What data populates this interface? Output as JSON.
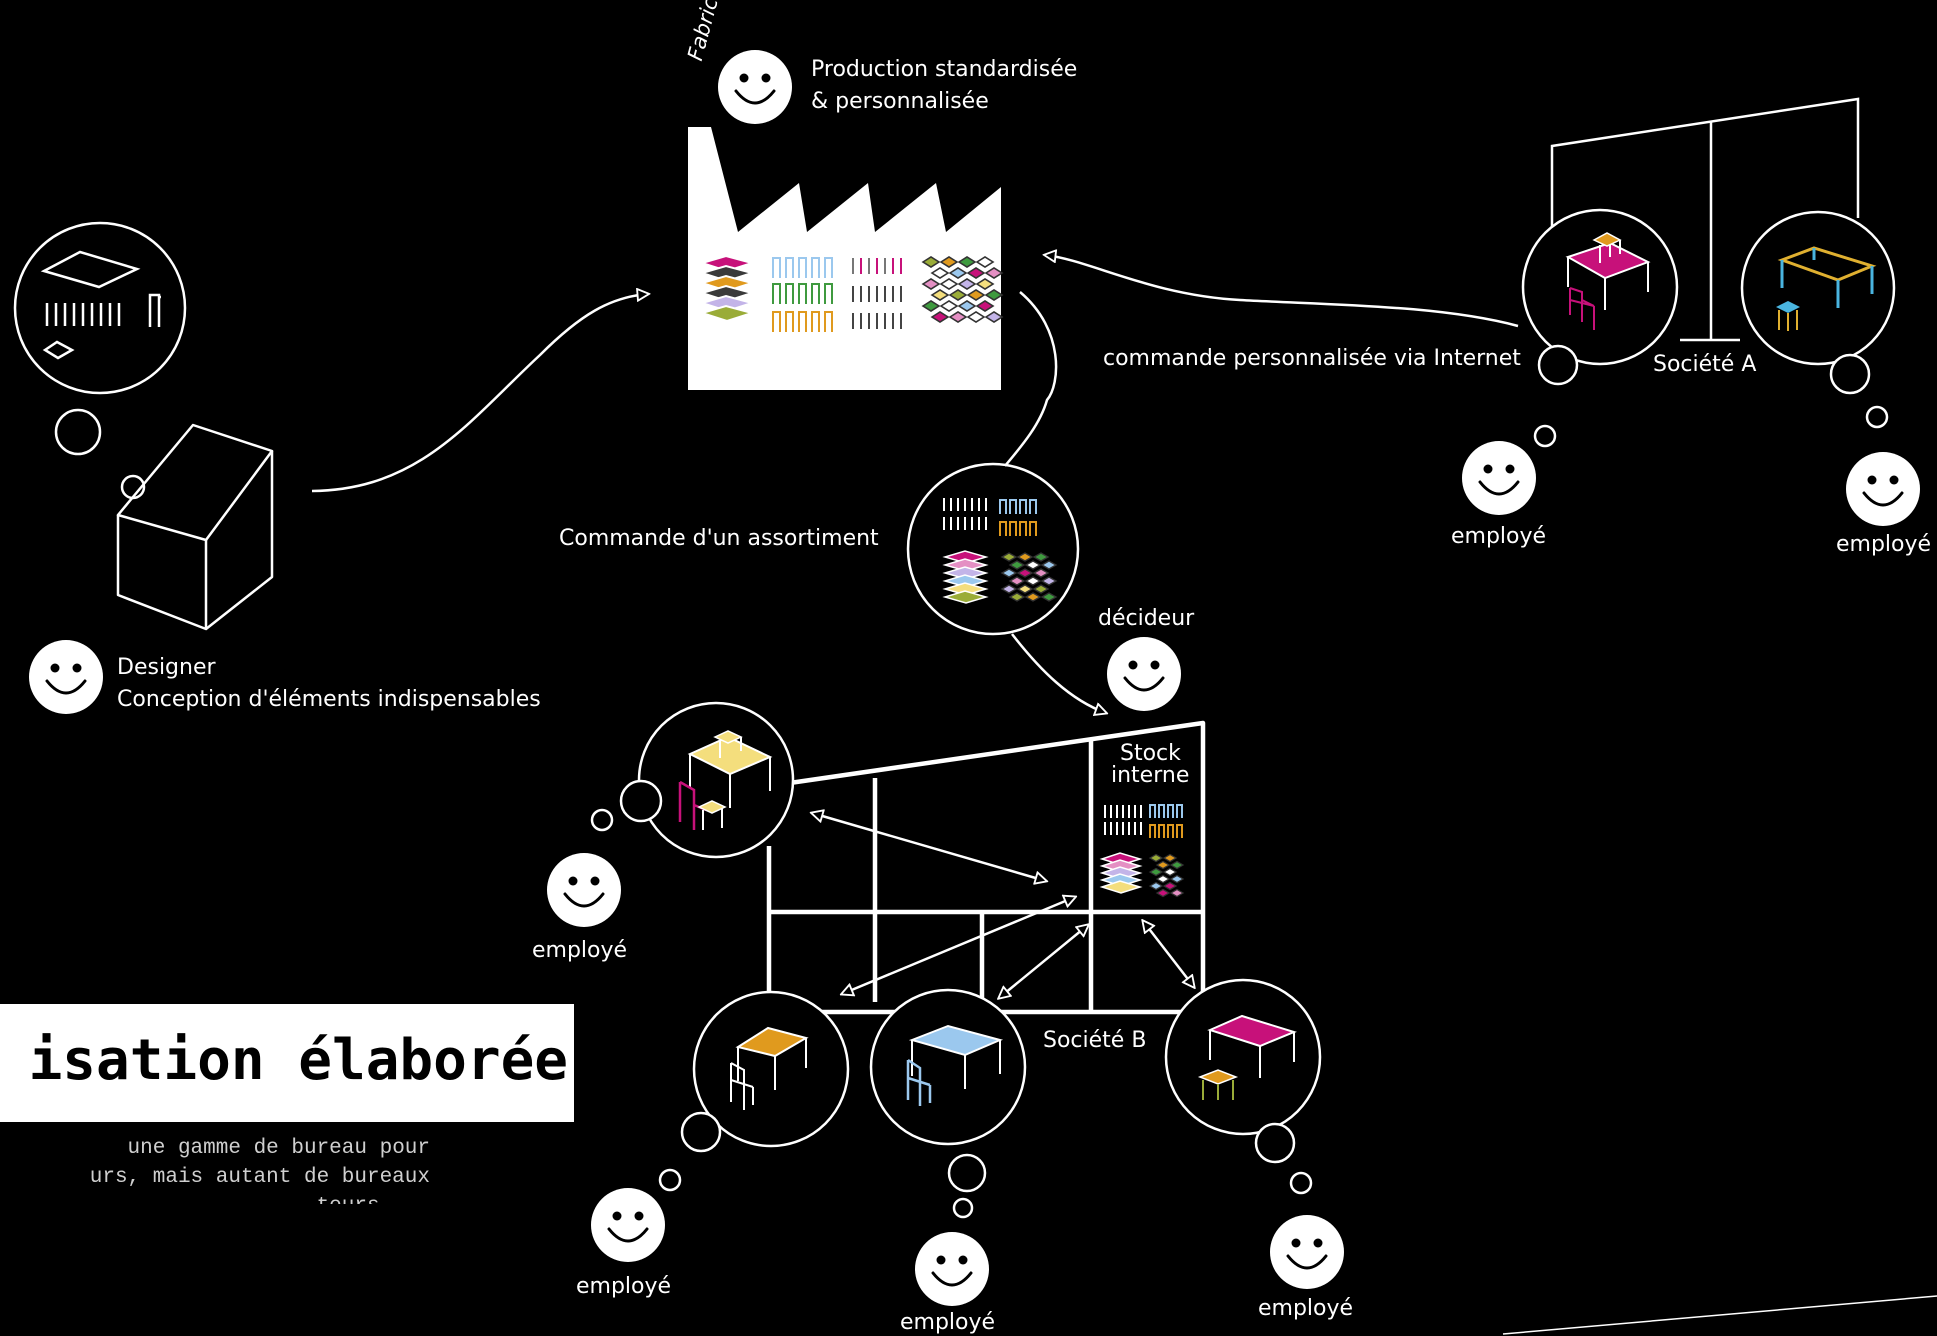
{
  "labels": {
    "fabricant": "Fabricant",
    "production": [
      "Production standardisée",
      "& personnalisée"
    ],
    "commande_internet": "commande personnalisée via Internet",
    "societe_a": "Société A",
    "commande_assortiment": "Commande d'un assortiment",
    "decideur": "décideur",
    "stock": [
      "Stock",
      "interne"
    ],
    "societe_b": "Société B",
    "designer": [
      "Designer",
      "Conception d'éléments indispensables"
    ],
    "employe": "employé"
  },
  "title": "isation élaborée",
  "description": [
    " une gamme de bureau pour",
    "urs, mais autant de bureaux",
    "teurs ..."
  ],
  "colors": {
    "background": "#000000",
    "line": "#ffffff",
    "magenta": "#c7117a",
    "orange": "#e09a1e",
    "yellow": "#f4de7d",
    "lightblue": "#9bc8ee",
    "olive": "#9aac38",
    "green": "#3f9a3f",
    "pink": "#e48fc3",
    "lavender": "#c3b4e8"
  },
  "icons": [
    "smiley-face-icon",
    "factory-icon",
    "desk-icon",
    "chair-icon",
    "thought-bubble-icon",
    "arrow-icon"
  ]
}
